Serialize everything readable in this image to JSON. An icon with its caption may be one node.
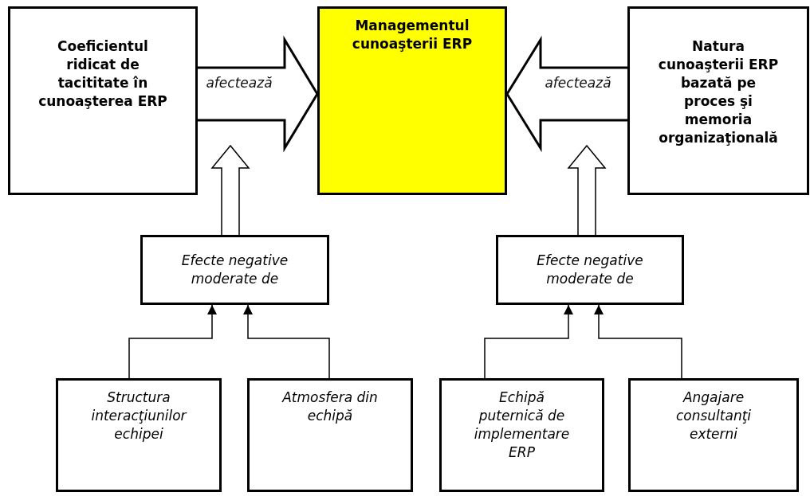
{
  "diagram": {
    "nodes": [
      {
        "text": [
          "Coeficientul ridicat de tacititate în cunoaşterea ERP"
        ]
      },
      {
        "text": [
          "Managementul cunoaşterii ERP"
        ]
      },
      {
        "text": [
          "Natura cunoaşterii ERP bazată pe proces şi memoria organizaţională"
        ]
      },
      {
        "text": [
          "Efecte negative moderate de"
        ]
      },
      {
        "text": [
          "Efecte negative moderate de"
        ]
      },
      {
        "text": [
          "Structura interacţiunilor echipei"
        ]
      },
      {
        "text": [
          "Atmosfera din echipă"
        ]
      },
      {
        "text": [
          "Echipă puternică de implementare ERP"
        ]
      },
      {
        "text": [
          "Angajare consultanţi externi"
        ]
      }
    ],
    "edges": [
      {
        "from": 0,
        "to": 1,
        "arrow": "to",
        "label": "afectează",
        "style": "thick"
      },
      {
        "from": 2,
        "to": 1,
        "arrow": "to",
        "label": "afectează",
        "style": "thick"
      },
      {
        "from": 3,
        "to": null,
        "arrow": "to",
        "style": "thick"
      },
      {
        "from": 4,
        "to": null,
        "arrow": "to",
        "style": "thick"
      },
      {
        "from": 5,
        "to": 3,
        "arrow": "to"
      },
      {
        "from": 6,
        "to": 3,
        "arrow": "to"
      },
      {
        "from": 7,
        "to": 4,
        "arrow": "to"
      },
      {
        "from": 8,
        "to": 4,
        "arrow": "to"
      }
    ]
  }
}
